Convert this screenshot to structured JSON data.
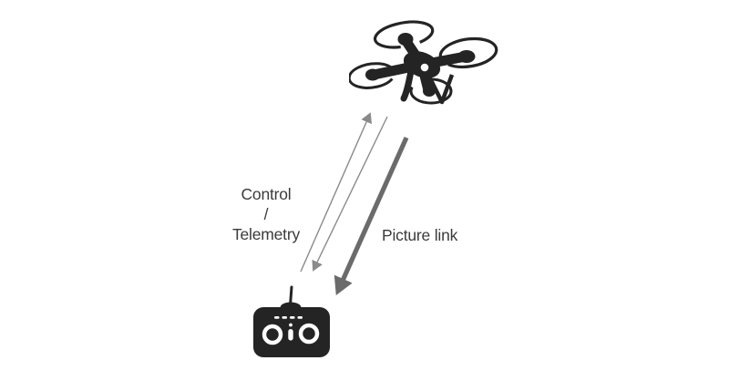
{
  "diagram": {
    "background_color": "#ffffff",
    "icon_color": "#242424",
    "text_color": "#3b3b3b",
    "labels": {
      "control_line1": "Control",
      "control_line2": "/",
      "control_line3": "Telemetry",
      "picture_link": "Picture link"
    },
    "icons": {
      "drone": "quadcopter-drone-icon",
      "controller": "rc-transmitter-icon"
    },
    "links": [
      {
        "id": "control-uplink",
        "from": "controller",
        "to": "drone",
        "style": "thin",
        "color": "#8a8a8a"
      },
      {
        "id": "telemetry-downlink",
        "from": "drone",
        "to": "controller",
        "style": "thin",
        "color": "#8a8a8a"
      },
      {
        "id": "picture-link",
        "from": "drone",
        "to": "controller",
        "style": "thick",
        "color": "#6b6b6b"
      }
    ]
  }
}
